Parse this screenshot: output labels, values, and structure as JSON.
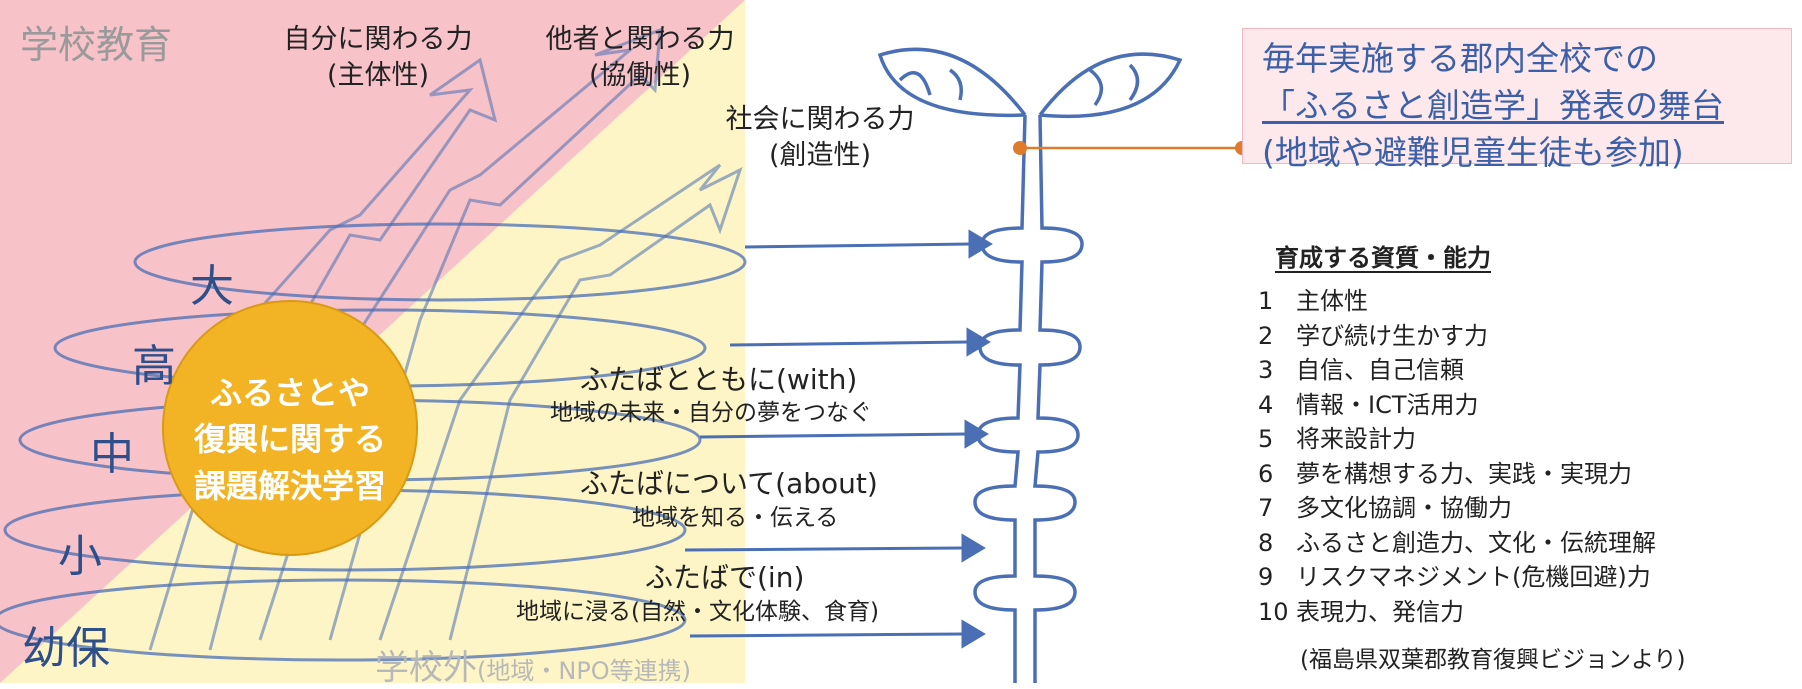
{
  "regions": {
    "school": "学校教育",
    "outside_main": "学校外",
    "outside_paren": "(地域・NPO等連携)"
  },
  "columns": [
    {
      "title": "自分に関わる力",
      "sub": "(主体性)"
    },
    {
      "title": "他者と関わる力",
      "sub": "(協働性)"
    },
    {
      "title": "社会に関わる力",
      "sub": "(創造性)"
    }
  ],
  "levels": [
    "大",
    "高",
    "中",
    "小",
    "幼保"
  ],
  "circle": [
    "ふるさとや",
    "復興に関する",
    "課題解決学習"
  ],
  "futaba": [
    {
      "title": "ふたばとともに(with)",
      "sub": "地域の未来・自分の夢をつなぐ"
    },
    {
      "title": "ふたばについて(about)",
      "sub": "地域を知る・伝える"
    },
    {
      "title": "ふたばで(in)",
      "sub": "地域に浸る(自然・文化体験、食育)"
    }
  ],
  "callout": {
    "line1": "毎年実施する郡内全校での",
    "line2": "「ふるさと創造学」発表の舞台",
    "line3": "(地域や避難児童生徒も参加)"
  },
  "qualities": {
    "heading": "育成する資質・能力",
    "items": [
      {
        "num": "1",
        "text": "主体性"
      },
      {
        "num": "2",
        "text": "学び続け生かす力"
      },
      {
        "num": "3",
        "text": "自信、自己信頼"
      },
      {
        "num": "4",
        "text": "情報・ICT活用力"
      },
      {
        "num": "5",
        "text": "将来設計力"
      },
      {
        "num": "6",
        "text": "夢を構想する力、実践・実現力"
      },
      {
        "num": "7",
        "text": "多文化協調・協働力"
      },
      {
        "num": "8",
        "text": "ふるさと創造力、文化・伝統理解"
      },
      {
        "num": "9",
        "text": "リスクマネジメント(危機回避)力"
      },
      {
        "num": "10",
        "text": "表現力、発信力"
      }
    ],
    "source": "(福島県双葉郡教育復興ビジョンより)"
  },
  "colors": {
    "school_bg": "#f7c2c8",
    "outside_bg": "#fdf5c6",
    "circle": "#f2b325",
    "sketch": "#4a6fb5",
    "connector": "#e07b2c",
    "callout_text": "#3b5fa8"
  }
}
